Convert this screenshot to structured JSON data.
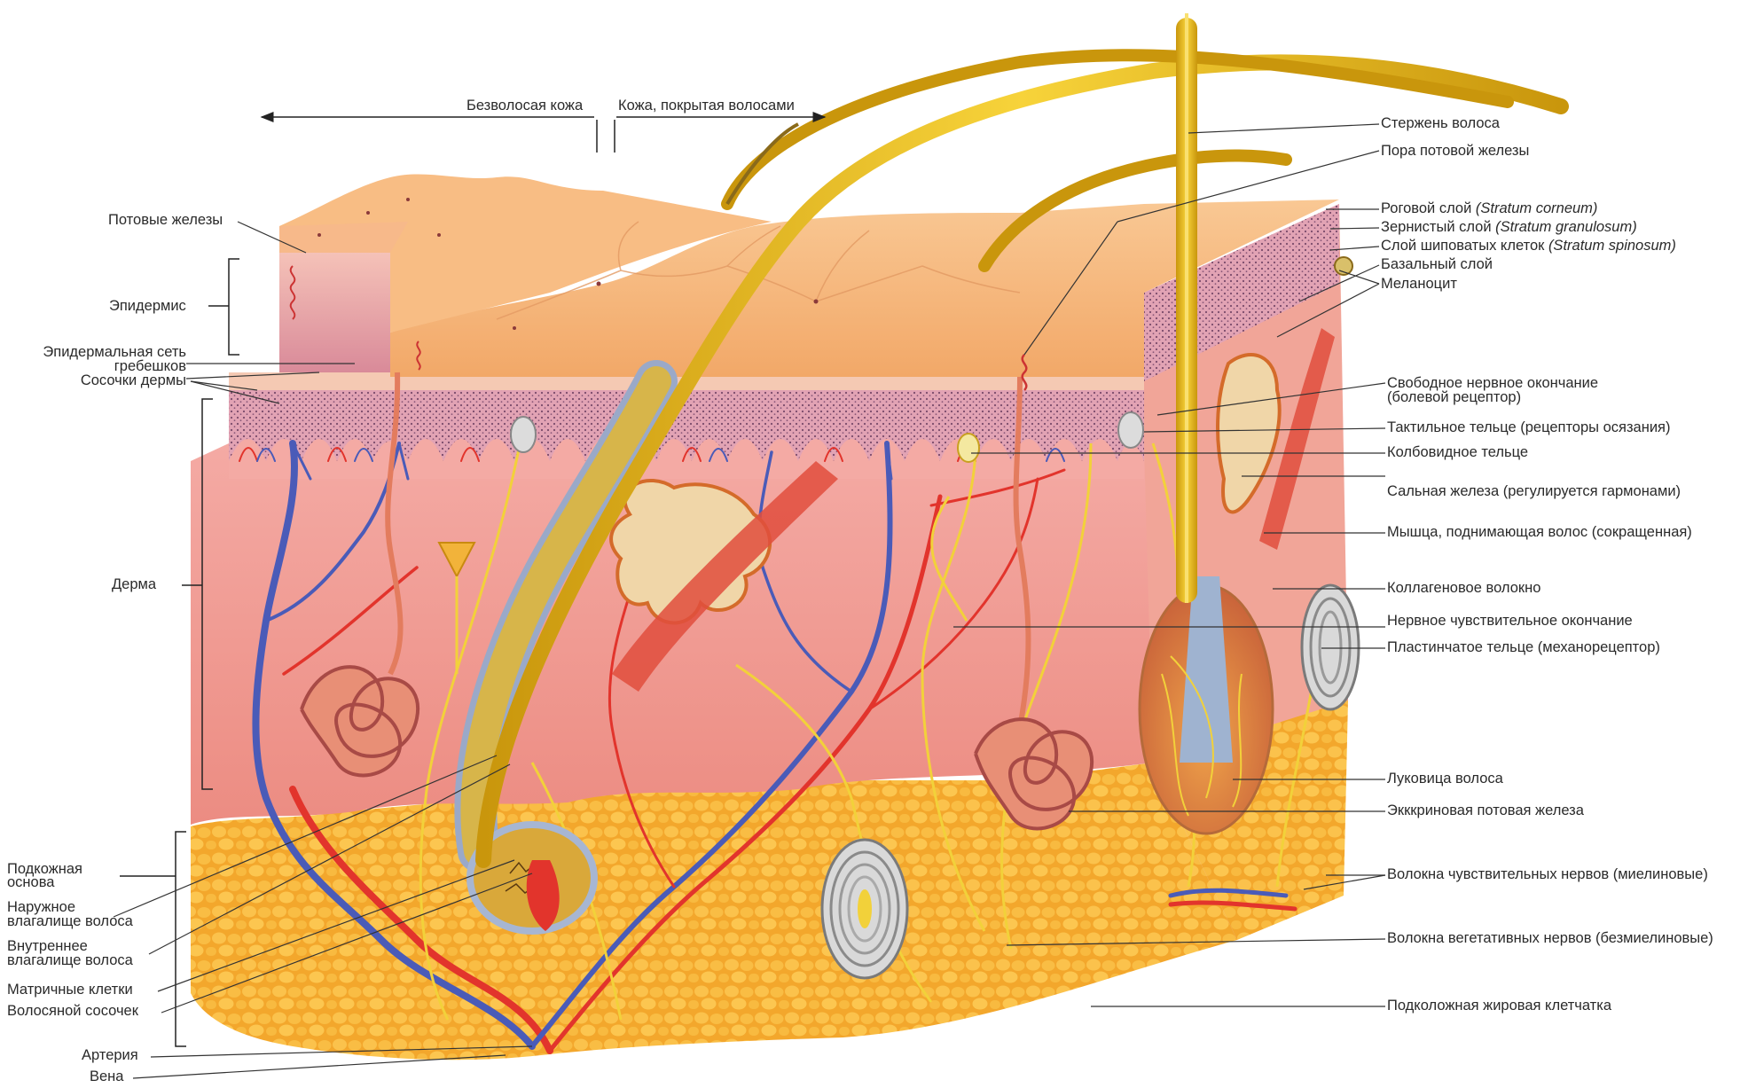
{
  "header": {
    "hairless_skin": "Безволосая кожа",
    "hairy_skin": "Кожа, покрытая волосами"
  },
  "left_labels": {
    "sweat_glands": "Потовые железы",
    "epidermis": "Эпидермис",
    "epidermal_ridges_1": "Эпидермальная сеть",
    "epidermal_ridges_2": "гребешков",
    "dermal_papillae": "Сосочки дермы",
    "dermis": "Дерма",
    "subcutis_1": "Подкожная",
    "subcutis_2": "основа",
    "outer_sheath_1": "Наружное",
    "outer_sheath_2": "влагалище волоса",
    "inner_sheath_1": "Внутреннее",
    "inner_sheath_2": "влагалище волоса",
    "matrix_cells": "Матричные клетки",
    "hair_papilla": "Волосяной сосочек",
    "artery": "Артерия",
    "vein": "Вена"
  },
  "right_labels": {
    "hair_shaft": "Стержень волоса",
    "sweat_pore": "Пора потовой железы",
    "corneum": "Роговой слой ",
    "corneum_latin": "(Stratum corneum)",
    "granulosum": "Зернистый слой ",
    "granulosum_latin": "(Stratum granulosum)",
    "spinosum": "Слой шиповатых клеток ",
    "spinosum_latin": "(Stratum spinosum)",
    "basal": "Базальный слой",
    "melanocyte": "Меланоцит",
    "free_nerve_1": "Свободное нервное окончание",
    "free_nerve_2": "(болевой рецептор)",
    "meissner": "Тактильное тельце (рецепторы осязания)",
    "krause": "Колбовидное тельце",
    "sebaceous": "Сальная железа (регулируется гармонами)",
    "arrector": "Мышца, поднимающая волос (сокращенная)",
    "collagen": "Коллагеновое волокно",
    "nerve_sensory": "Нервное чувствительное окончание",
    "pacinian": "Пластинчатое тельце (механорецептор)",
    "hair_bulb": "Луковица волоса",
    "eccrine": "Экккриновая потовая железа",
    "sensory_fibers": "Волокна чувствительных нервов (миелиновые)",
    "autonomic_fibers": "Волокна вегетативных нервов (безмиелиновые)",
    "subcutaneous_fat": "Подколожная жировая клетчатка"
  },
  "colors": {
    "leader": "#333333",
    "skin_surface": "#f6b777",
    "epidermis": "#e9a6a2",
    "dermis": "#f2a09a",
    "fat": "#f7b53a",
    "hair": "#e9b818",
    "artery": "#e2342c",
    "vein": "#4a5bb8",
    "nerve": "#f2d13a"
  }
}
